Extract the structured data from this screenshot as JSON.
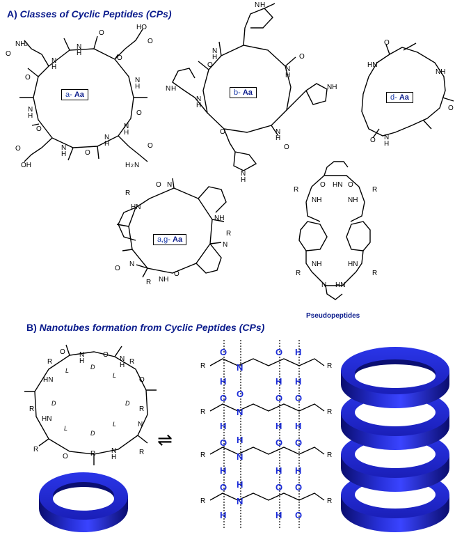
{
  "section_a": {
    "prefix": "A)",
    "title": "Classes of Cyclic Peptides (CPs)"
  },
  "section_b": {
    "prefix": "B)",
    "title": "Nanotubes formation from Cyclic Peptides (CPs)"
  },
  "classes": [
    {
      "prefix": "a-",
      "name": "Aa"
    },
    {
      "prefix": "b-",
      "name": "Aa"
    },
    {
      "prefix": "d-",
      "name": "Aa"
    },
    {
      "prefix": "a,g-",
      "name": "Aa"
    }
  ],
  "pseudopeptides_caption": "Pseudopeptides",
  "equivalence_symbol": "≡",
  "equilibrium_symbol": "⇌",
  "colors": {
    "title": "#0a1b8c",
    "ring": "#1a1fb8",
    "hbond": "#1a2bd8"
  }
}
